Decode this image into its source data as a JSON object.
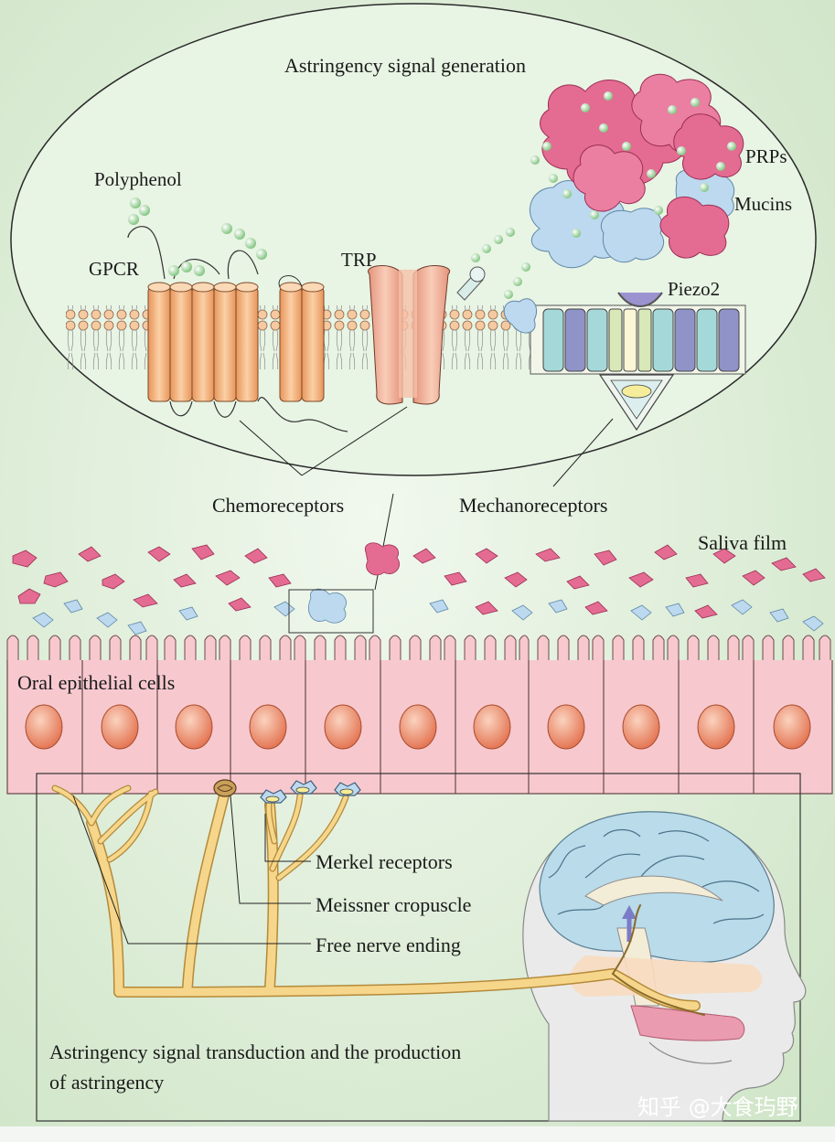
{
  "labels": {
    "signal_generation": "Astringency signal generation",
    "polyphenol": "Polyphenol",
    "gpcr": "GPCR",
    "trp": "TRP",
    "prps": "PRPs",
    "mucins": "Mucins",
    "piezo2": "Piezo2",
    "chemoreceptors": "Chemoreceptors",
    "mechanoreceptors": "Mechanoreceptors",
    "saliva_film": "Saliva film",
    "oral_epithelial_cells": "Oral epithelial cells",
    "merkel_receptors": "Merkel receptors",
    "meissner_corpuscle": "Meissner cropuscle",
    "free_nerve_ending": "Free nerve ending",
    "transduction_line1": "Astringency signal transduction and the production",
    "transduction_line2": "of astringency"
  },
  "watermark": "知乎 @大食玙野",
  "colors": {
    "background": "#d9ebd2",
    "ellipse_fill": "#e6f2e2",
    "gpcr": "#f2b27a",
    "trp": "#eda889",
    "prp": "#e0628a",
    "mucin": "#bcd9ef",
    "nerve": "#f6d68a",
    "cell": "#f7c9cf",
    "nucleus": "#ee8a66",
    "brain": "#b9dbea"
  }
}
